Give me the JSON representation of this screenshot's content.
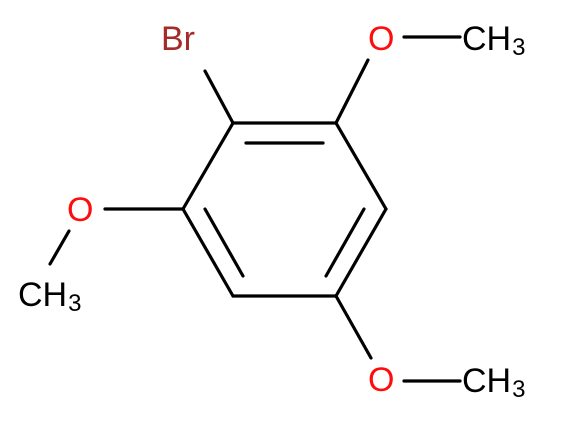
{
  "atoms": {
    "bromine": {
      "text": "Br",
      "color": "#a52a2a"
    },
    "oxygen_top": {
      "text": "O",
      "color": "#ff0d0d"
    },
    "oxygen_left": {
      "text": "O",
      "color": "#ff0d0d"
    },
    "oxygen_bottom": {
      "text": "O",
      "color": "#ff0d0d"
    },
    "methyl_top": {
      "text": "CH",
      "subscript": "3",
      "color": "#000000"
    },
    "methyl_left": {
      "text": "CH",
      "subscript": "3",
      "color": "#000000"
    },
    "methyl_bottom": {
      "text": "CH",
      "subscript": "3",
      "color": "#000000"
    }
  },
  "bond_color": "#000000"
}
